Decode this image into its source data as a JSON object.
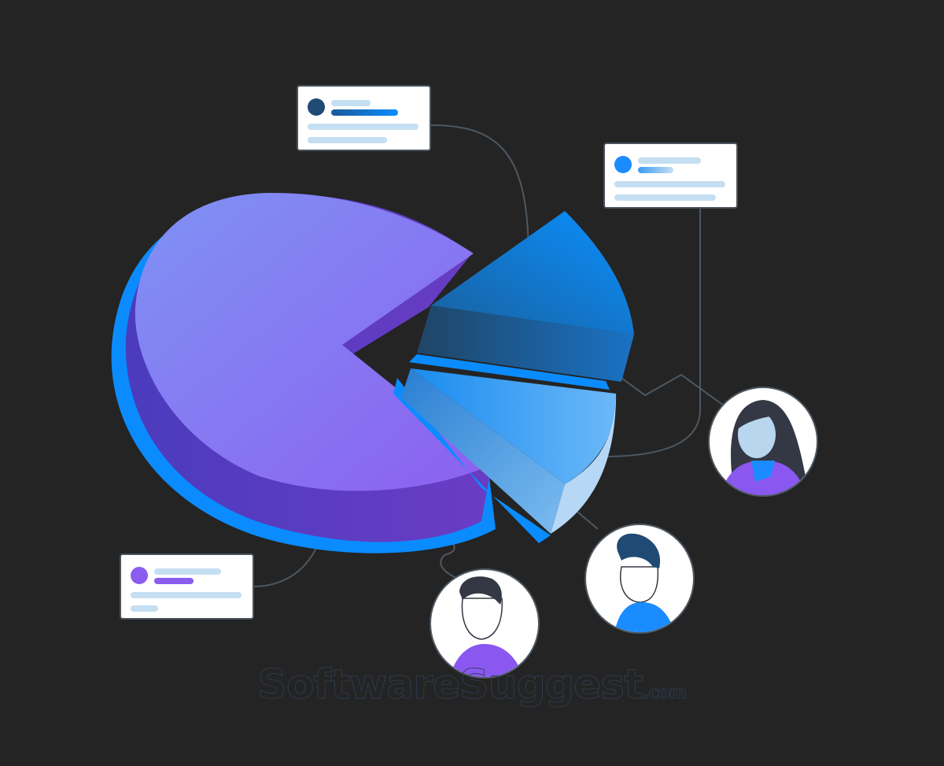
{
  "illustration": {
    "title": "3D pie chart with data cards and user avatars",
    "background": "#242424",
    "connector_color": "#4d5862"
  },
  "pie": {
    "main_slice": {
      "name": "large-purple-slice",
      "top_color": "#8080f2",
      "side_color": "#5a3cc0",
      "rim_color": "#0a8cff"
    },
    "slice_top": {
      "name": "dark-blue-slice",
      "top_color": "#0a86ee",
      "side_color": "#1f4a73"
    },
    "slice_bottom": {
      "name": "light-blue-slice",
      "top_color": "#46a6f6",
      "side_color": "#3a8fdc",
      "edge_color": "#b6d8f6"
    }
  },
  "cards": [
    {
      "id": "card-dark-blue",
      "dot_color": "#1f4a73",
      "accent_bar": "linear-gradient(90deg,#1a5a9a,#0a8cff)"
    },
    {
      "id": "card-light-blue",
      "dot_color": "#1a8cff",
      "accent_bar": "linear-gradient(90deg,#3a9bf5,#c5dff2)"
    },
    {
      "id": "card-purple",
      "dot_color": "#8a5cf0",
      "accent_bar": "#8a5cf0"
    }
  ],
  "avatars": [
    {
      "id": "avatar-woman",
      "shirt_color": "#8a58f0",
      "collar_color": "#1a8cff",
      "hair_color": "#343844"
    },
    {
      "id": "avatar-man-blue",
      "shirt_color": "#1a8cff",
      "hair_color": "#1f4a73"
    },
    {
      "id": "avatar-man-purple",
      "shirt_color": "#8a58f0",
      "hair_color": "#343844"
    }
  ],
  "watermark": {
    "brand": "SoftwareSuggest",
    "suffix": ".com"
  }
}
